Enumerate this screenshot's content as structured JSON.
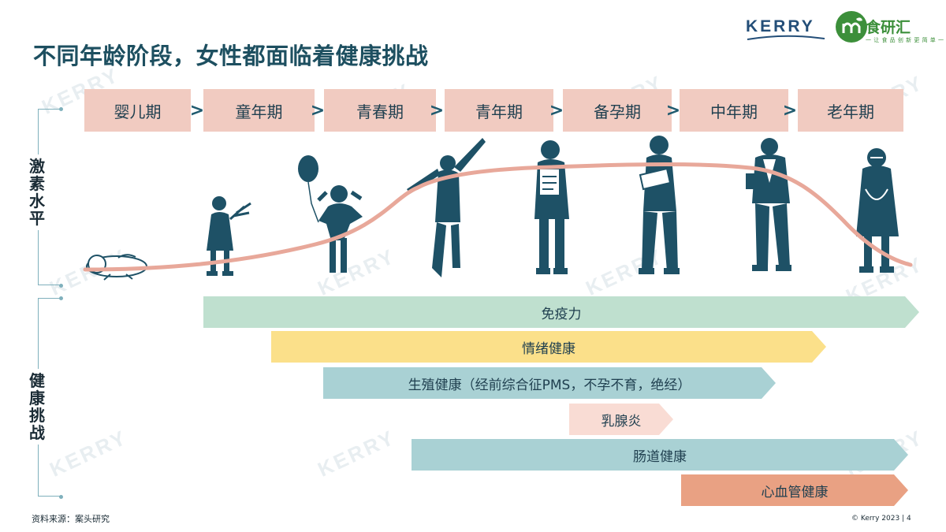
{
  "title": "不同年龄阶段，女性都面临着健康挑战",
  "logos": {
    "kerry": "KERRY",
    "shiyan": "食研汇",
    "shiyan_tagline": "一 让 食 品 创 新 更 简 单 一"
  },
  "stages": [
    "婴儿期",
    "童年期",
    "青春期",
    "青年期",
    "备孕期",
    "中年期",
    "老年期"
  ],
  "separator": ">",
  "axis_labels": {
    "hormone": "激素水平",
    "health": "健康挑战"
  },
  "health_challenges": [
    {
      "label": "免疫力",
      "color": "#bfe0cf"
    },
    {
      "label": "情绪健康",
      "color": "#fbe08a"
    },
    {
      "label": "生殖健康（经前综合征PMS，不孕不育，绝经）",
      "color": "#a9d1d4"
    },
    {
      "label": "乳腺炎",
      "color": "#f9dcd4"
    },
    {
      "label": "肠道健康",
      "color": "#a9d1d4"
    },
    {
      "label": "心血管健康",
      "color": "#e9a183"
    }
  ],
  "colors": {
    "stage_bg": "#f1cbc1",
    "figure": "#1e5166",
    "curve": "#e8a89a"
  },
  "watermark": "KERRY",
  "footer": {
    "source": "资料来源：案头研究",
    "copyright": "© Kerry 2023 | 4"
  }
}
